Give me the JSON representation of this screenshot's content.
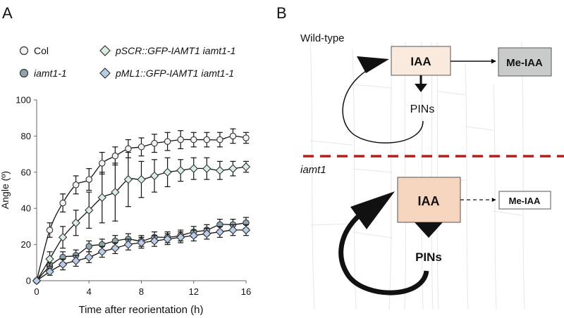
{
  "panels": {
    "a": {
      "label": "A"
    },
    "b": {
      "label": "B"
    }
  },
  "chart_data": {
    "type": "line",
    "xlabel": "Time after reorientation (h)",
    "ylabel": "Angle (º)",
    "xlim": [
      0,
      16
    ],
    "ylim": [
      0,
      100
    ],
    "xticks": [
      0,
      4,
      8,
      12,
      16
    ],
    "yticks": [
      0,
      20,
      40,
      60,
      80,
      100
    ],
    "legend": "top",
    "x": [
      0,
      1,
      2,
      3,
      4,
      5,
      6,
      7,
      8,
      9,
      10,
      11,
      12,
      13,
      14,
      15,
      16
    ],
    "series": [
      {
        "name": "Col",
        "italic": false,
        "marker": "circle",
        "color": "#f2f2f4",
        "values": [
          0,
          28,
          43,
          53,
          56,
          65,
          69,
          73,
          74,
          76,
          77,
          78,
          78,
          78,
          78,
          80,
          79
        ],
        "err": [
          0,
          4,
          5,
          5,
          6,
          6,
          5,
          5,
          5,
          5,
          5,
          5,
          4,
          4,
          4,
          4,
          3
        ]
      },
      {
        "name": "iamt1-1",
        "italic": true,
        "marker": "circle",
        "color": "#8fa5ad",
        "values": [
          0,
          8,
          13,
          14,
          19,
          20,
          22,
          23,
          22,
          24,
          24,
          25,
          27,
          28,
          31,
          31,
          32
        ],
        "err": [
          0,
          2,
          3,
          3,
          3,
          3,
          3,
          3,
          3,
          3,
          3,
          3,
          3,
          3,
          3,
          3,
          3
        ]
      },
      {
        "name": "pSCR::GFP-IAMT1 iamt1-1",
        "italic": true,
        "marker": "diamond",
        "color": "#d8eee0",
        "values": [
          0,
          12,
          24,
          32,
          39,
          46,
          49,
          56,
          56,
          58,
          60,
          61,
          62,
          62,
          61,
          62,
          63
        ],
        "err": [
          0,
          4,
          6,
          7,
          10,
          14,
          16,
          15,
          10,
          9,
          8,
          6,
          6,
          6,
          5,
          4,
          3
        ]
      },
      {
        "name": "pML1::GFP-IAMT1 iamt1-1",
        "italic": true,
        "marker": "diamond",
        "color": "#b9cce8",
        "values": [
          0,
          5,
          9,
          11,
          13,
          16,
          18,
          20,
          21,
          22,
          23,
          24,
          25,
          26,
          27,
          28,
          28
        ],
        "err": [
          0,
          2,
          3,
          3,
          3,
          3,
          3,
          3,
          3,
          3,
          3,
          3,
          3,
          3,
          3,
          3,
          3
        ]
      }
    ]
  },
  "diagram": {
    "wildtype": {
      "title": "Wild-type",
      "iaa": "IAA",
      "meiaa": "Me-IAA",
      "pins": "PINs",
      "colors": {
        "iaa_box": "#faeadd",
        "meiaa_box": "#c9cbcb"
      }
    },
    "mutant": {
      "title": "iamt1",
      "iaa": "IAA",
      "meiaa": "Me-IAA",
      "pins": "PINs",
      "colors": {
        "iaa_box": "#f6d5bf",
        "meiaa_box": "#ffffff"
      }
    },
    "divider_color": "#b41f1f"
  }
}
